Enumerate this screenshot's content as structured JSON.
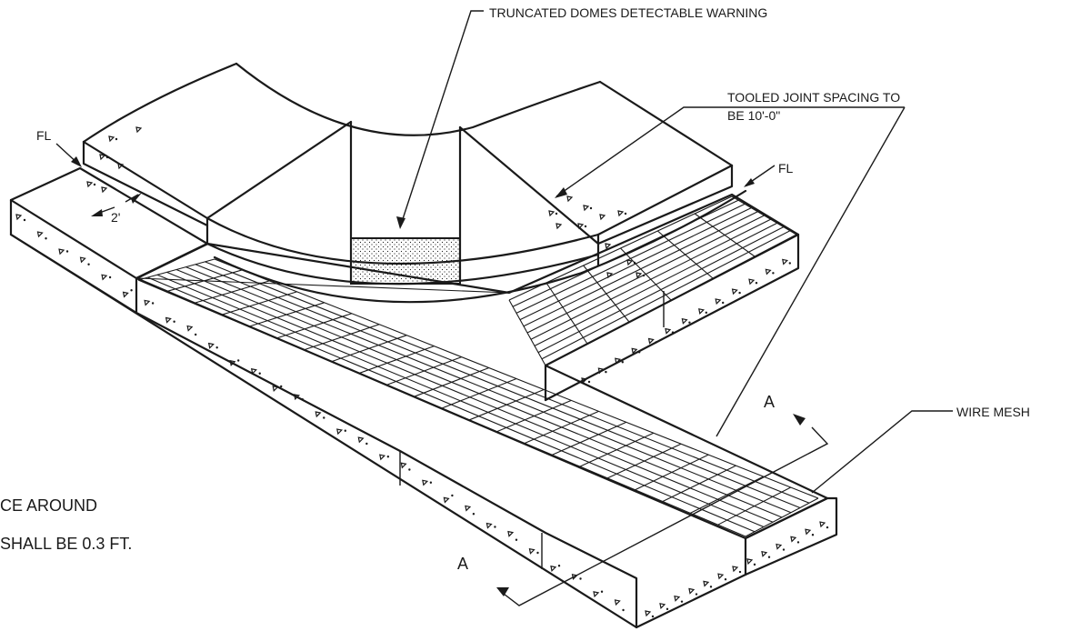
{
  "labels": {
    "truncated_domes": "TRUNCATED DOMES DETECTABLE WARNING",
    "tooled_joint_line1": "TOOLED JOINT SPACING TO",
    "tooled_joint_line2": "BE 10'-0\"",
    "fl_left": "FL",
    "fl_right": "FL",
    "dim_2ft": "2'",
    "wire_mesh": "WIRE MESH",
    "section_a_top": "A",
    "section_a_bottom": "A",
    "note_line1": "CE AROUND",
    "note_line2": "SHALL BE 0.3 FT."
  },
  "colors": {
    "ink": "#1a1a1a",
    "background": "#ffffff"
  }
}
